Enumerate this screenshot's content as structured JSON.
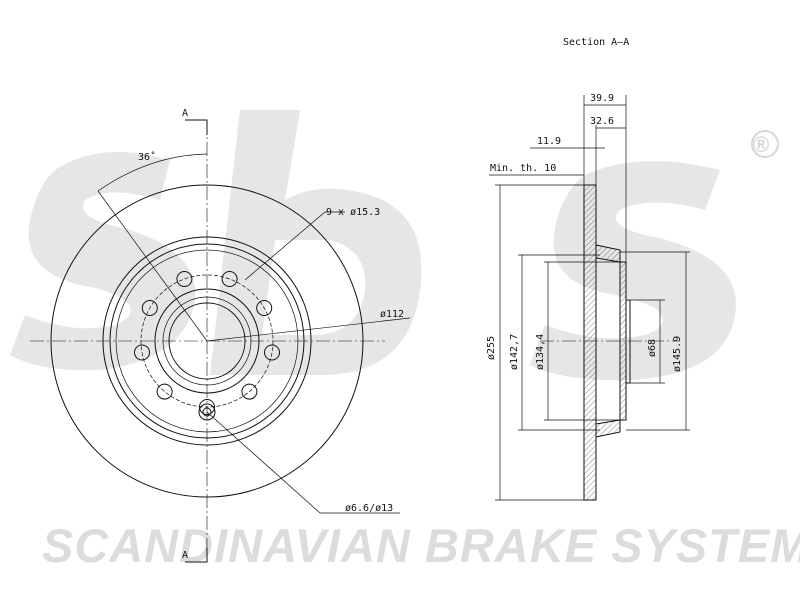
{
  "drawing": {
    "section_title": "Section A–A",
    "section_mark_top": "A",
    "section_mark_bottom": "A",
    "angle": "36˚",
    "bolt_holes": "9 x ø15.3",
    "pcd": "ø112",
    "small_hole": "ø6.6/ø13",
    "min_thickness": "Min. th. 10",
    "width_total": "39.9",
    "width_hat": "32.6",
    "thickness": "11.9",
    "dia_outer": "ø255",
    "dia_hat": "ø142,7",
    "dia_inner": "ø134,4",
    "dia_center": "ø68",
    "dia_flange": "ø145.9"
  },
  "watermark": {
    "brand_text": "SCANDINAVIAN BRAKE SYSTEMS",
    "registered_mark": "®",
    "color": "#dcdcdc"
  }
}
